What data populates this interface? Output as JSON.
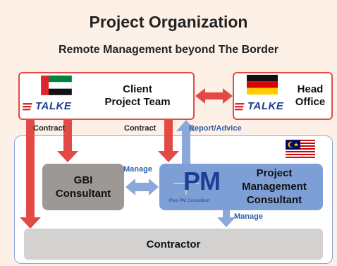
{
  "title": "Project Organization",
  "subtitle": "Remote Management beyond The Border",
  "client": {
    "line1": "Client",
    "line2": "Project Team",
    "logo": "TALKE",
    "flag": "uae-flag"
  },
  "head_office": {
    "line1": "Head",
    "line2": "Office",
    "logo": "TALKE",
    "flag": "germany-flag"
  },
  "labels": {
    "contract_left": "Contract",
    "contract_mid": "Contract",
    "report_advice": "Report/Advice",
    "manage_mid": "Manage",
    "manage_bottom": "Manage"
  },
  "gbi": {
    "line1": "GBI",
    "line2": "Consultant"
  },
  "pmc": {
    "line1": "Project",
    "line2": "Management",
    "line3": "Consultant",
    "logo_text": "PM",
    "logo_caption": "Plus PM Consultant"
  },
  "contractor": {
    "label": "Contractor"
  },
  "colors": {
    "red": "#e44a45",
    "blue": "#7d9fd6",
    "talke": "#1b3f93"
  },
  "flags": {
    "malaysia": "malaysia-flag"
  }
}
